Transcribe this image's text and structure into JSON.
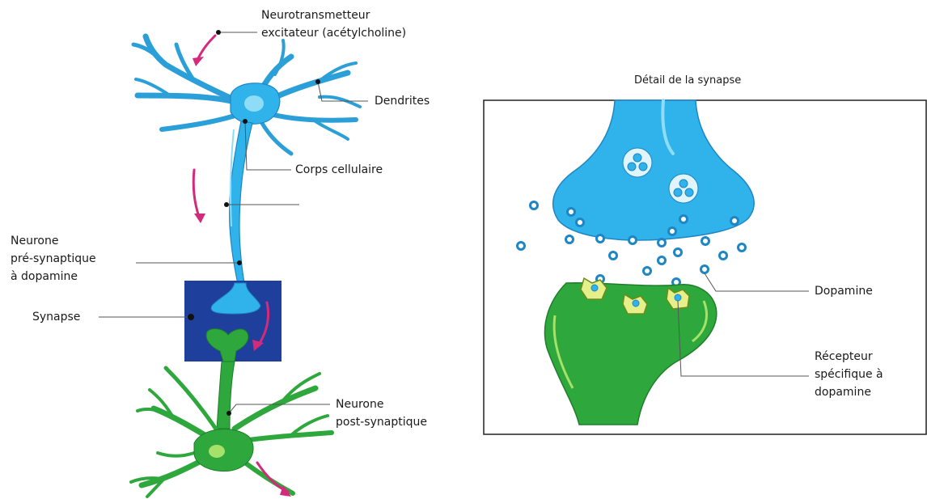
{
  "labels": {
    "neurotransmitter": [
      "Neurotransmetteur",
      "excitateur (acétylcholine)"
    ],
    "dendrites": "Dendrites",
    "cell_body": "Corps cellulaire",
    "presynaptic": [
      "Neurone",
      "pré-synaptique",
      "à dopamine"
    ],
    "synapse": "Synapse",
    "postsynaptic": [
      "Neurone",
      "post-synaptique"
    ]
  },
  "detail": {
    "title": "Détail de la synapse",
    "dopamine": "Dopamine",
    "receptor": [
      "Récepteur",
      "spécifique à",
      "dopamine"
    ]
  },
  "colors": {
    "presynaptic_neuron": "#2fb3ea",
    "presynaptic_light": "#8fdcf8",
    "postsynaptic_neuron": "#2ea83c",
    "postsynaptic_light": "#a6e26a",
    "synapse_box": "#1f3f9c",
    "arrow": "#d42a7c",
    "receptor": "#e6f08a"
  }
}
